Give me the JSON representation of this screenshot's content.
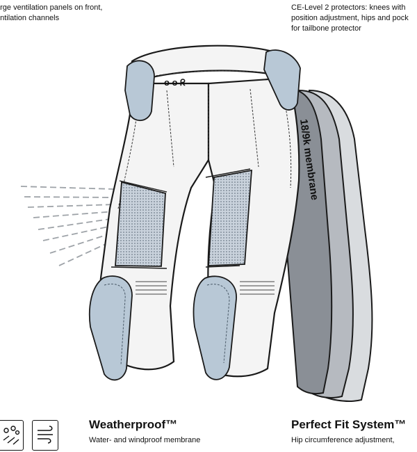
{
  "callouts": {
    "left": "arge ventilation panels on front,\nentilation channels",
    "right": "CE-Level 2 protectors: knees with\nposition adjustment, hips and pock\nfor tailbone protector"
  },
  "illustration": {
    "membrane_label": "18/9k membrane",
    "logo_mark": "o o ᖇ"
  },
  "features": {
    "weatherproof": {
      "title": "Weatherproof™",
      "description": "Water- and windproof membrane"
    },
    "fit": {
      "title": "Perfect Fit System™",
      "description": "Hip circumference adjustment,"
    }
  },
  "icons": {
    "drops": "water-drops-icon",
    "wind": "wind-icon"
  },
  "colors": {
    "protector": "#b8c8d6",
    "membrane_dark": "#8a8f96",
    "membrane_mid": "#b6bac0",
    "membrane_light": "#d9dcdf",
    "mesh": "#c9d2dc",
    "outline": "#1a1a1a",
    "fabric": "#f4f4f4"
  }
}
